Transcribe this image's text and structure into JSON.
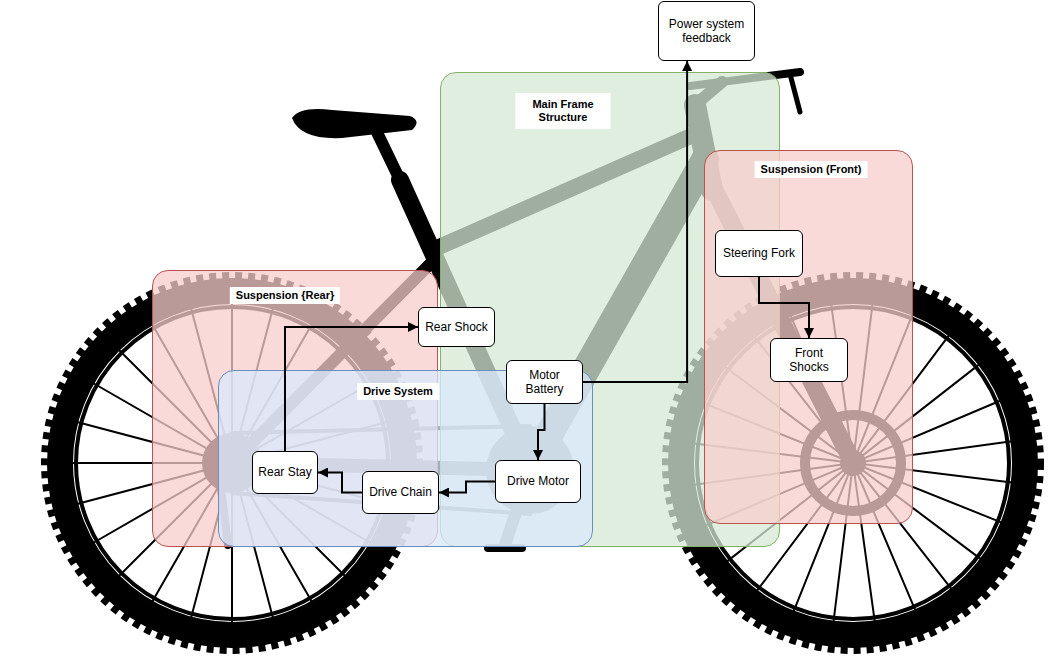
{
  "diagram": {
    "nodes": [
      {
        "text": [
          "Power system feedback"
        ]
      },
      {
        "text": [
          "Main Frame Structure"
        ]
      },
      {
        "text": [
          "Suspension (Front)"
        ]
      },
      {
        "text": [
          "Steering Fork"
        ],
        "in": 2
      },
      {
        "text": [
          "Front Shocks"
        ],
        "in": 2
      },
      {
        "text": [
          "Suspension {Rear}"
        ]
      },
      {
        "text": [
          "Rear Shock"
        ],
        "in": 5
      },
      {
        "text": [
          "Drive System"
        ]
      },
      {
        "text": [
          "Motor Battery"
        ],
        "in": 7
      },
      {
        "text": [
          "Drive Motor"
        ],
        "in": 7
      },
      {
        "text": [
          "Drive Chain"
        ],
        "in": 7
      },
      {
        "text": [
          "Rear Stay"
        ],
        "in": 7
      }
    ],
    "edges": [
      {
        "from": 8,
        "to": 0,
        "arrow": "to"
      },
      {
        "from": 3,
        "to": 4,
        "arrow": "to"
      },
      {
        "from": 8,
        "to": 9,
        "arrow": "to"
      },
      {
        "from": 9,
        "to": 10,
        "arrow": "to"
      },
      {
        "from": 10,
        "to": 11,
        "arrow": "to"
      },
      {
        "from": 11,
        "to": 6,
        "arrow": "to"
      }
    ]
  }
}
